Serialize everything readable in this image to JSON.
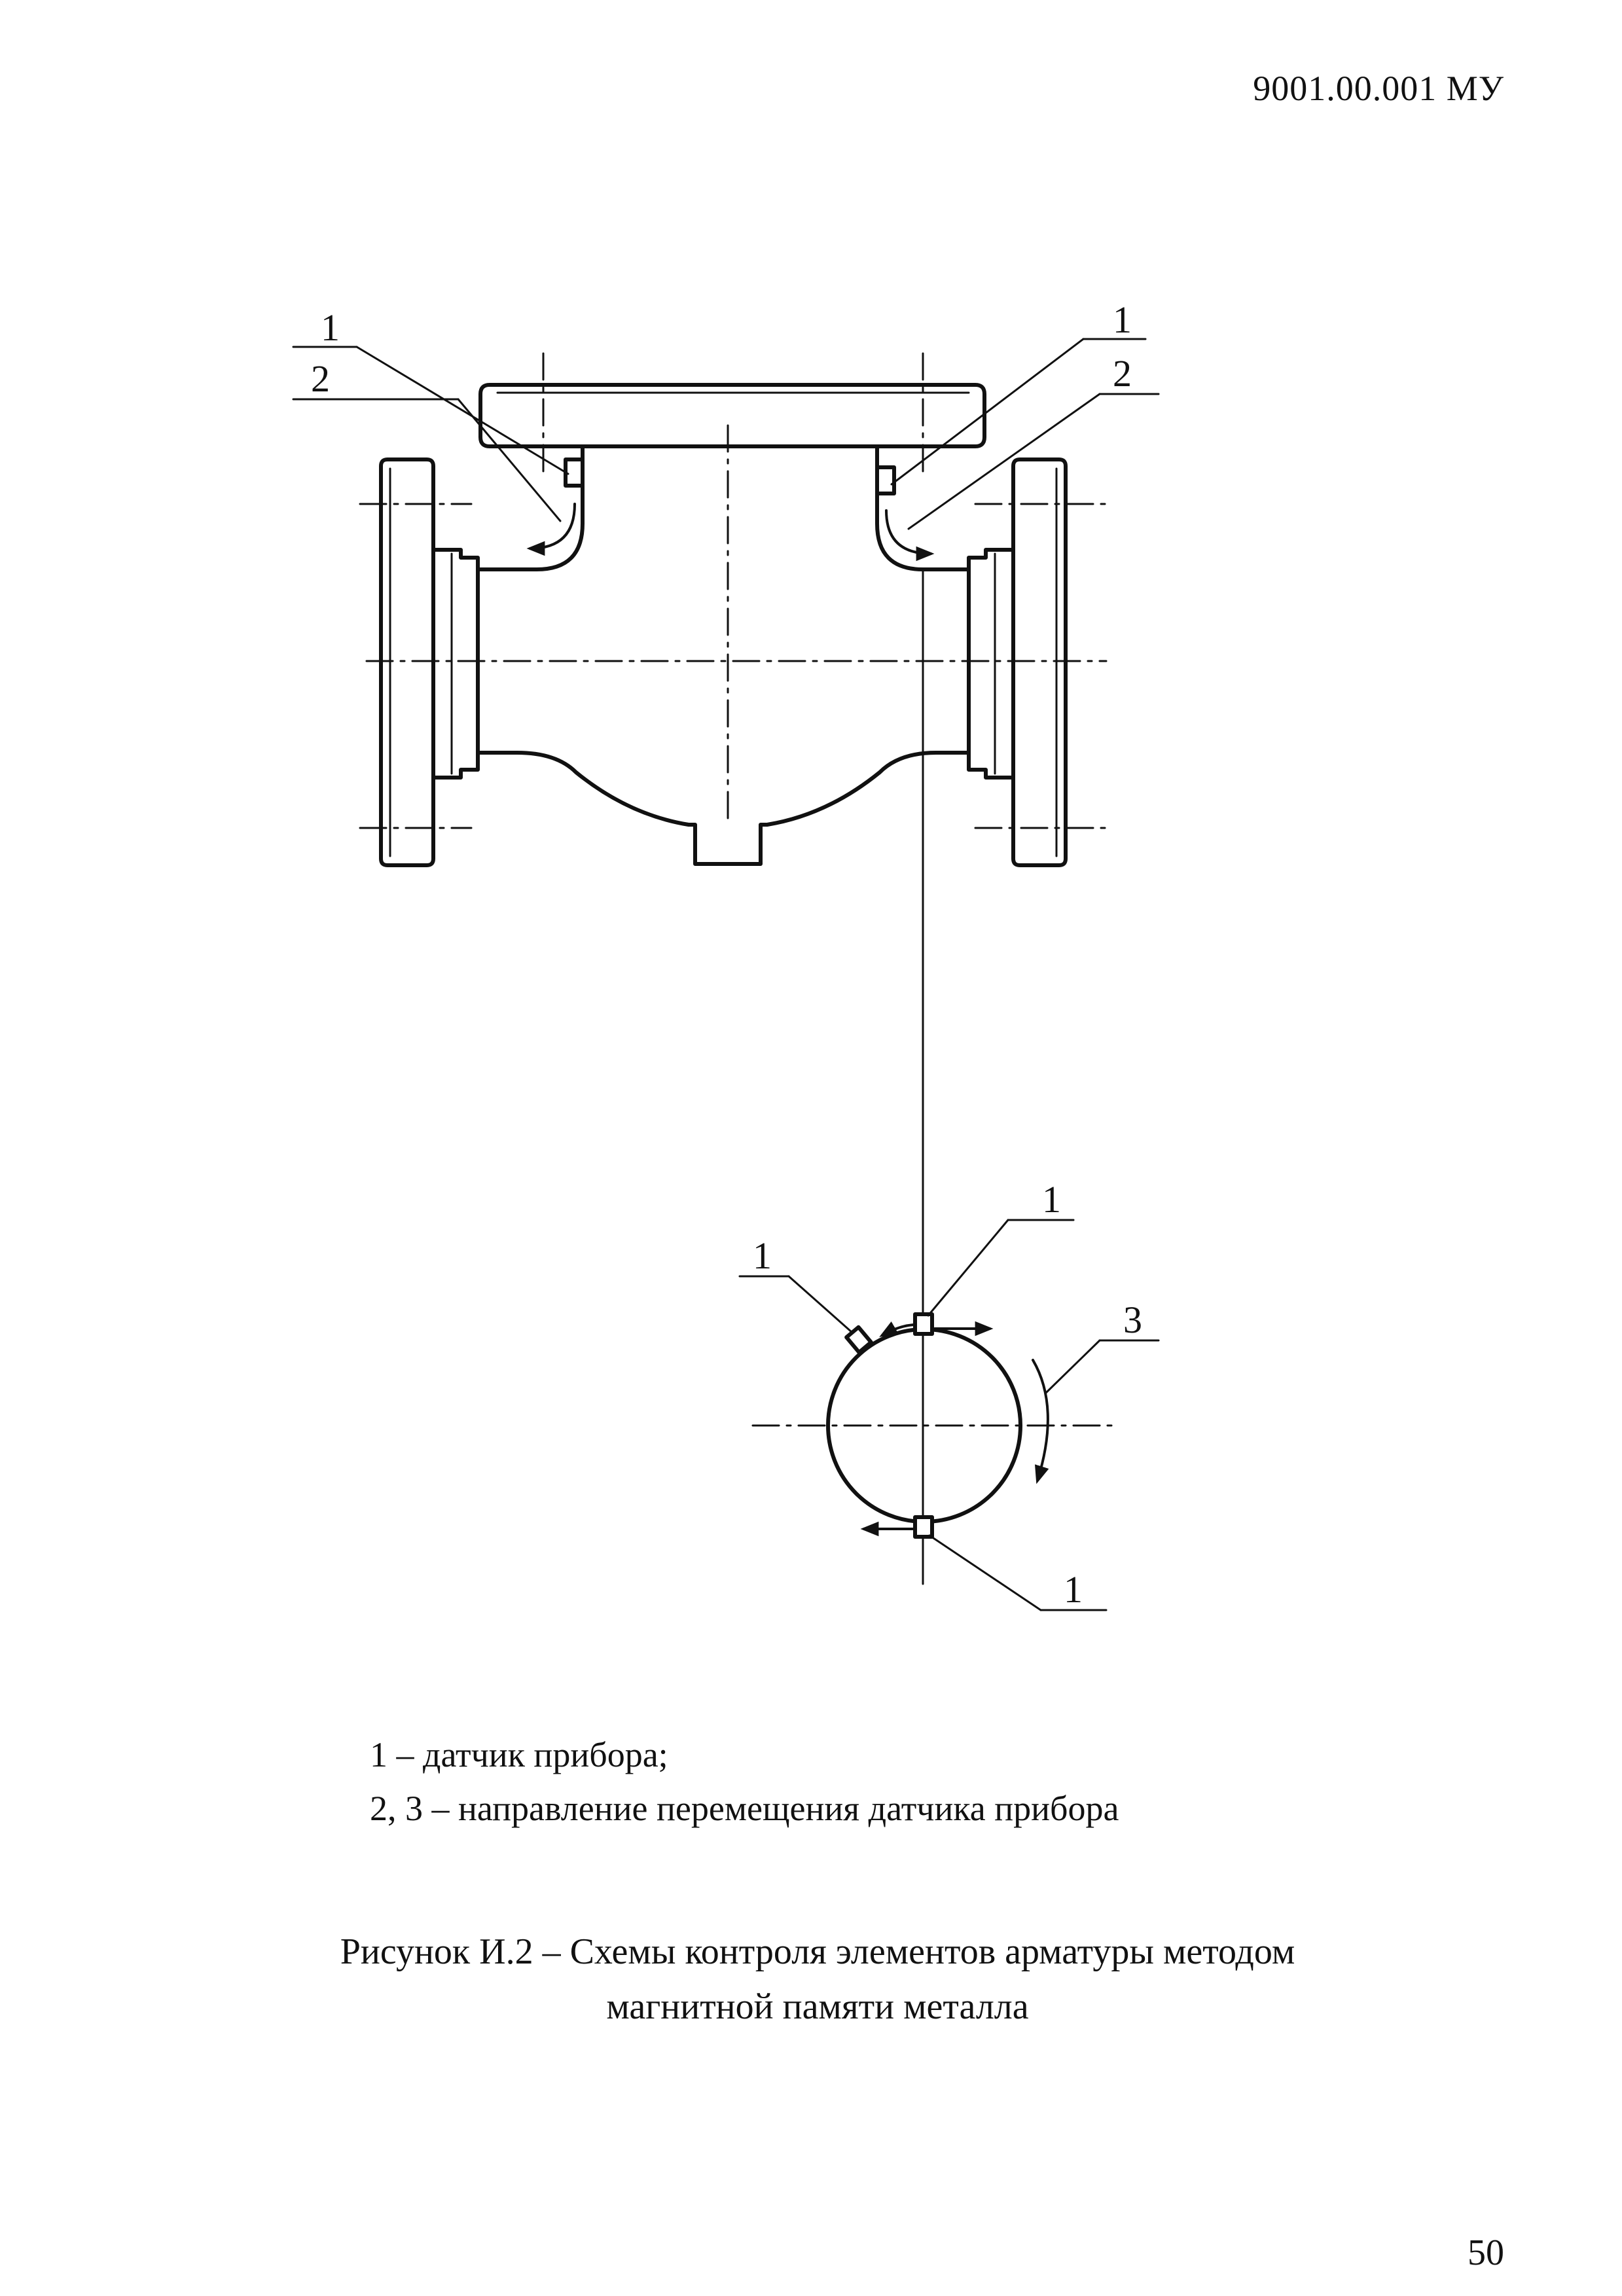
{
  "header": {
    "doc_code": "9001.00.001 МУ"
  },
  "drawing": {
    "callouts": {
      "left_1": "1",
      "left_2": "2",
      "right_1": "1",
      "right_2": "2",
      "circle_top_1": "1",
      "circle_left_1": "1",
      "circle_right_3": "3",
      "circle_bottom_1": "1"
    }
  },
  "legend": {
    "items": [
      "1 – датчик прибора;",
      "2, 3 – направление перемещения датчика прибора"
    ]
  },
  "caption": {
    "line1": "Рисунок И.2 – Схемы контроля  элементов арматуры  методом",
    "line2": "магнитной памяти металла"
  },
  "page": {
    "number": "50"
  },
  "colors": {
    "ink": "#111111",
    "paper": "#ffffff"
  }
}
